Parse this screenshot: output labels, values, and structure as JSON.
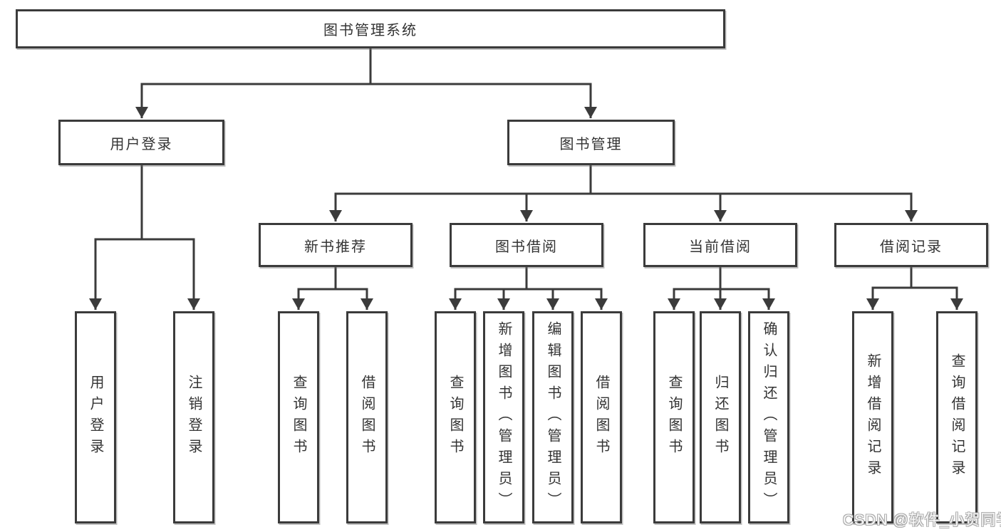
{
  "diagram": {
    "root": {
      "label": "图书管理系统"
    },
    "branches": [
      {
        "label": "用户登录",
        "leaves": [
          "用户登录",
          "注销登录"
        ]
      },
      {
        "label": "图书管理",
        "children": [
          {
            "label": "新书推荐",
            "leaves": [
              "查询图书",
              "借阅图书"
            ]
          },
          {
            "label": "图书借阅",
            "leaves": [
              "查询图书",
              "新增图书（管理员）",
              "编辑图书（管理员）",
              "借阅图书"
            ]
          },
          {
            "label": "当前借阅",
            "leaves": [
              "查询图书",
              "归还图书",
              "确认归还（管理员）"
            ]
          },
          {
            "label": "借阅记录",
            "leaves": [
              "新增借阅记录",
              "查询借阅记录"
            ]
          }
        ]
      }
    ]
  },
  "watermark": {
    "text": "CSDN @软件_小贺同学"
  },
  "colors": {
    "line": "#3b3b3b",
    "text": "#333333",
    "background": "#ffffff"
  }
}
